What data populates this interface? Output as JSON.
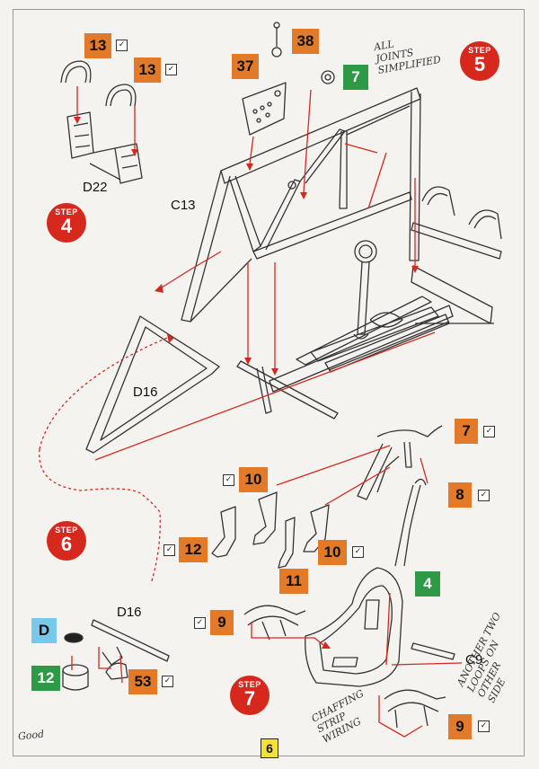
{
  "page": {
    "number": "6"
  },
  "steps": {
    "step4": {
      "label": "STEP",
      "number": "4"
    },
    "step5": {
      "label": "STEP",
      "number": "5"
    },
    "step6": {
      "label": "STEP",
      "number": "6"
    },
    "step7": {
      "label": "STEP",
      "number": "7"
    }
  },
  "parts": {
    "p13a": "13",
    "p13b": "13",
    "p37": "37",
    "p38": "38",
    "p7a": "7",
    "p7b": "7",
    "p10a": "10",
    "p8": "8",
    "p12a": "12",
    "p10b": "10",
    "p11": "11",
    "p4": "4",
    "p9a": "9",
    "pD": "D",
    "p12b": "12",
    "p53": "53",
    "p9b": "9"
  },
  "labels": {
    "d22": "D22",
    "c13": "C13",
    "d16a": "D16",
    "d16b": "D16",
    "c9": "C9"
  },
  "check_mark": "✓",
  "handwritten": {
    "note1": "ALL\nJOINTS\nSIMPLIFIED",
    "note2": "ANOTHER TWO\nLOOPS ON\nOTHER\nSIDE",
    "note3": "CHAFFING\nSTRIP\nWIRING",
    "note4": "Good"
  },
  "colors": {
    "orange": "#e27a2a",
    "green": "#2f9a45",
    "blue": "#78c8ec",
    "red": "#d7281e",
    "yellow": "#f3e233",
    "arrow": "#d7281e"
  }
}
